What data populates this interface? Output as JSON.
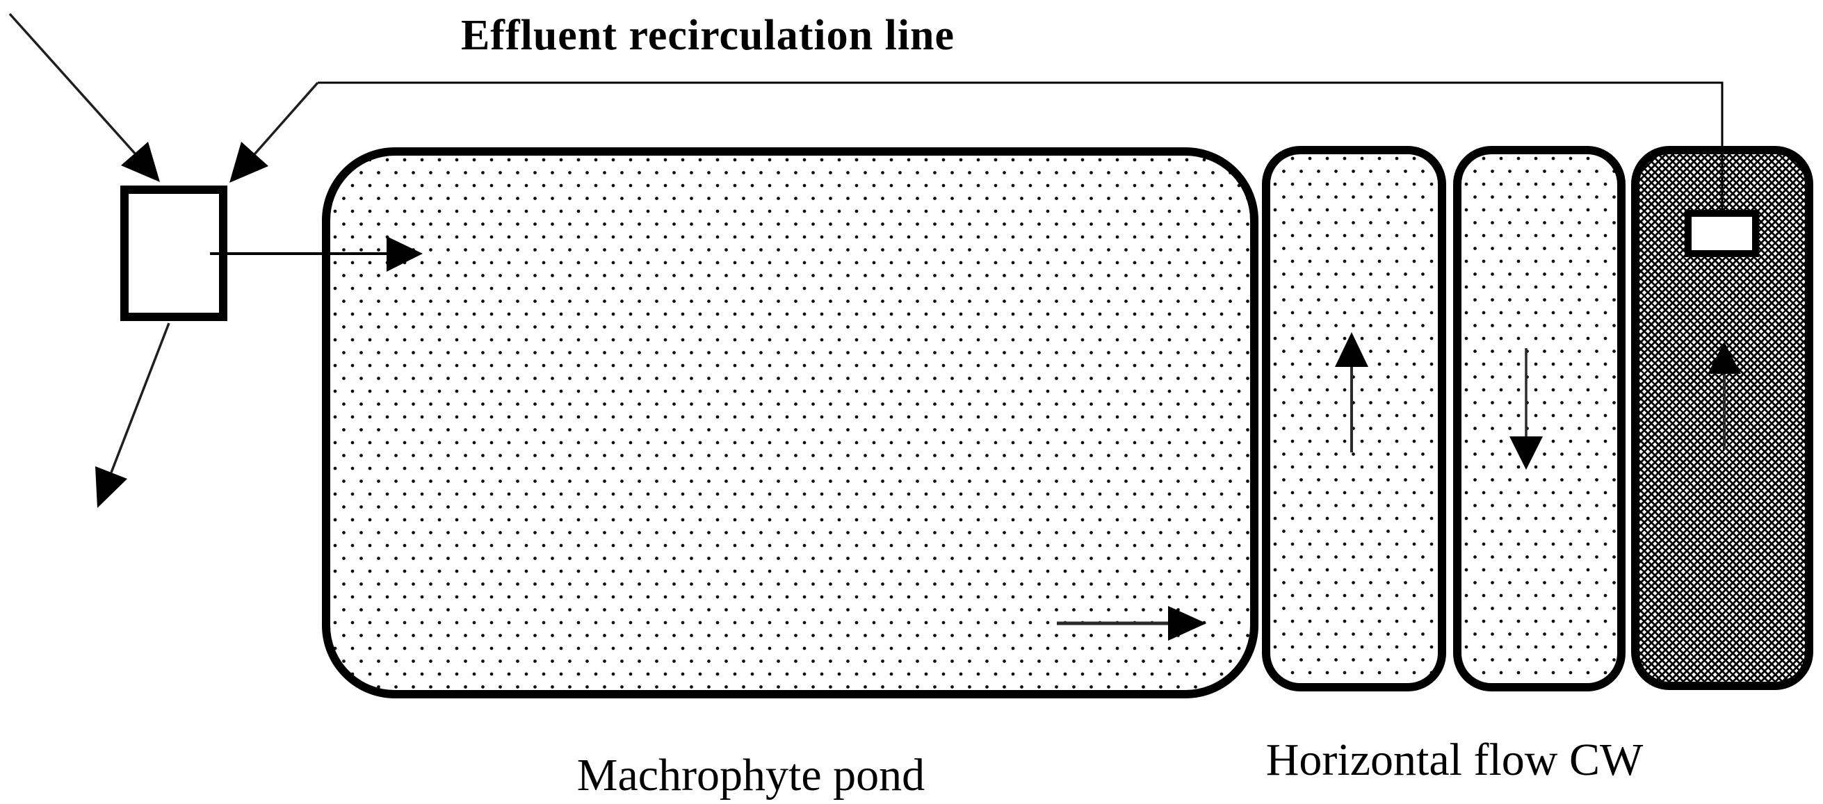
{
  "title": {
    "text": "Effluent recirculation line"
  },
  "labels": {
    "machrophyte_pond": "Machrophyte pond",
    "horizontal_flow_cw": "Horizontal flow CW"
  },
  "colors": {
    "ink": "#000000",
    "paper": "#ffffff",
    "shaft_gray": "#1f1f1f"
  },
  "icons": {
    "influent_arrow": "arrow-down-right",
    "recirculation_return_arrow": "arrow-down-left",
    "tank_outlet_arrow": "arrow-right",
    "tank_drain_arrow": "arrow-down-left",
    "pond_outlet_arrow": "arrow-right",
    "hf_cell_1_flow_arrow": "arrow-up",
    "hf_cell_2_flow_arrow": "arrow-down",
    "recirculation_cell_flow_arrow": "arrow-up"
  },
  "patterns": {
    "pond_fill": "dotted",
    "hf_cell_fill": "dotted",
    "recirculation_cell_fill": "crosshatch"
  }
}
